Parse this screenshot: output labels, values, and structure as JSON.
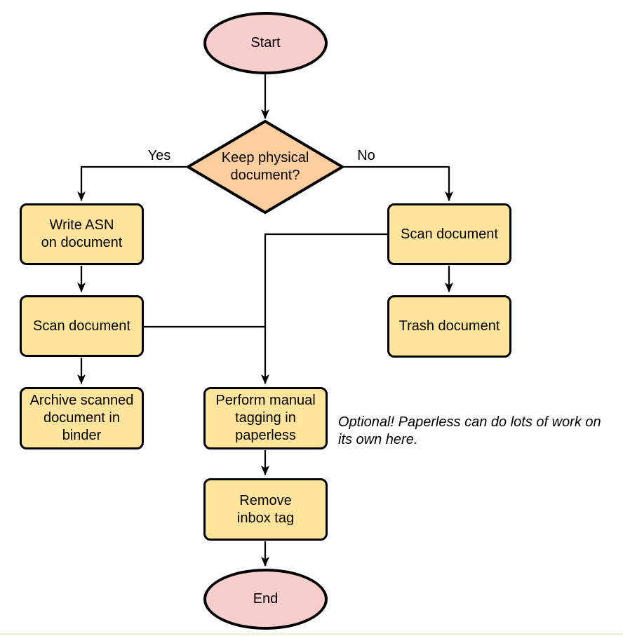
{
  "diagram": {
    "type": "flowchart",
    "colors": {
      "terminal_fill": "#f8cecc",
      "decision_fill": "#ffce9e",
      "process_fill": "#ffe49c",
      "stroke": "#000000",
      "background": "#ffffff"
    },
    "nodes": {
      "start": {
        "label": "Start",
        "shape": "ellipse"
      },
      "decision": {
        "label": [
          "Keep physical",
          "document?"
        ],
        "shape": "diamond"
      },
      "write_asn": {
        "label": [
          "Write ASN",
          "on document"
        ],
        "shape": "rect"
      },
      "scan_left": {
        "label": "Scan document",
        "shape": "rect"
      },
      "archive": {
        "label": [
          "Archive scanned",
          "document in",
          "binder"
        ],
        "shape": "rect"
      },
      "scan_right": {
        "label": "Scan document",
        "shape": "rect"
      },
      "trash": {
        "label": "Trash document",
        "shape": "rect"
      },
      "tagging": {
        "label": [
          "Perform manual",
          "tagging in",
          "paperless"
        ],
        "shape": "rect"
      },
      "remove_inbox": {
        "label": [
          "Remove",
          "inbox tag"
        ],
        "shape": "rect"
      },
      "end": {
        "label": "End",
        "shape": "ellipse"
      }
    },
    "edge_labels": {
      "yes": "Yes",
      "no": "No"
    },
    "annotation": [
      "Optional! Paperless can do lots of work on",
      "its own here."
    ]
  }
}
